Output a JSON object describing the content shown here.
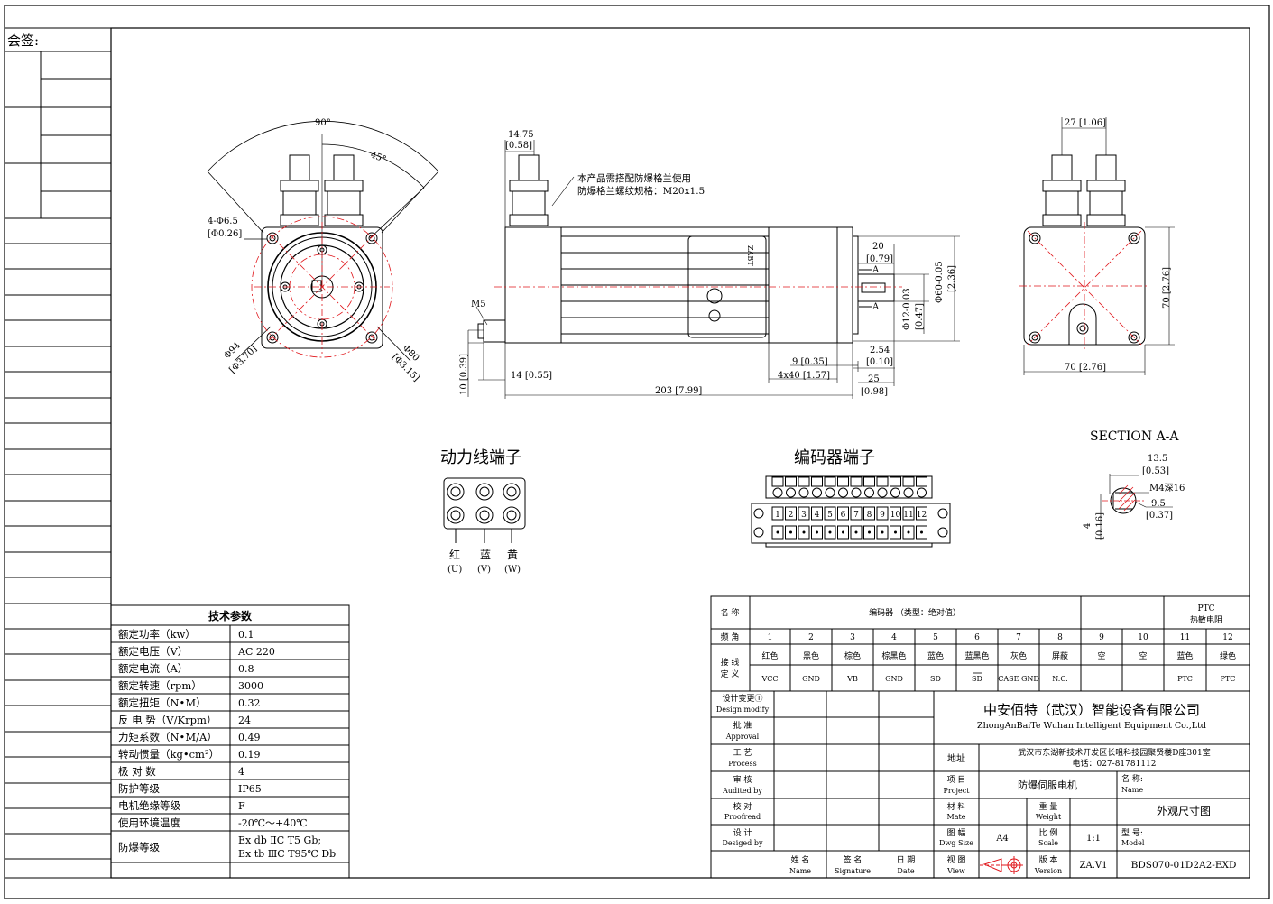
{
  "countersign_label": "会签:",
  "front_view": {
    "angle_90": "90°",
    "angle_45": "45°",
    "hole_dim": "4-Φ6.5",
    "hole_dim_in": "[Φ0.26]",
    "dia_94": "Φ94",
    "dia_94_in": "[Φ3.70]",
    "dia_80": "Φ80",
    "dia_80_in": "[Φ3.15]"
  },
  "side_view": {
    "gland_w": "14.75",
    "gland_w_in": "[0.58]",
    "note_line1": "本产品需搭配防爆格兰使用",
    "note_line2": "防爆格兰螺纹规格：M20x1.5",
    "m5": "M5",
    "d20": "20",
    "d20_in": "[0.79]",
    "section_mark": "A",
    "dia60": "Φ60-0.05",
    "dia60_in": "[2.36]",
    "dia12": "Φ12-0.03",
    "dia12_in": "[0.47]",
    "d254": "2.54",
    "d254_in": "[0.10]",
    "d9": "9 [0.35]",
    "d4x40": "4x40 [1.57]",
    "d25": "25",
    "d25_in": "[0.98]",
    "d14": "14 [0.55]",
    "d203": "203 [7.99]",
    "d10": "10 [0.39]",
    "brand": "ZABT"
  },
  "rear_view": {
    "d27": "27 [1.06]",
    "d70v": "70 [2.76]",
    "d70h": "70 [2.76]"
  },
  "section": {
    "title": "SECTION A-A",
    "d135": "13.5",
    "d135_in": "[0.53]",
    "m4": "M4深16",
    "d95": "9.5",
    "d95_in": "[0.37]",
    "d4": "4",
    "d4_in": "[0.16]"
  },
  "power_terminal": {
    "title": "动力线端子",
    "labels": [
      {
        "name": "红",
        "code": "(U)"
      },
      {
        "name": "蓝",
        "code": "(V)"
      },
      {
        "name": "黄",
        "code": "(W)"
      }
    ]
  },
  "encoder_terminal": {
    "title": "编码器端子",
    "pins": [
      "1",
      "2",
      "3",
      "4",
      "5",
      "6",
      "7",
      "8",
      "9",
      "10",
      "11",
      "12"
    ]
  },
  "tech_params": {
    "title": "技术参数",
    "rows": [
      {
        "k": "额定功率（kw）",
        "v": "0.1"
      },
      {
        "k": "额定电压（V）",
        "v": "AC 220"
      },
      {
        "k": "额定电流（A）",
        "v": "0.8"
      },
      {
        "k": "额定转速（rpm）",
        "v": "3000"
      },
      {
        "k": "额定扭矩（N•M）",
        "v": "0.32"
      },
      {
        "k": "反 电 势（V/Krpm）",
        "v": "24"
      },
      {
        "k": "力矩系数（N•M/A）",
        "v": "0.49"
      },
      {
        "k": "转动惯量（kg•cm²）",
        "v": "0.19"
      },
      {
        "k": "极 对 数",
        "v": "4"
      },
      {
        "k": "防护等级",
        "v": "IP65"
      },
      {
        "k": "电机绝缘等级",
        "v": "F"
      },
      {
        "k": "使用环境温度",
        "v": "-20℃～+40℃"
      },
      {
        "k": "防爆等级",
        "v": "Ex db ⅡC T5 Gb;",
        "v2": "Ex tb ⅢC T95℃ Db"
      }
    ]
  },
  "encoder_table": {
    "name_label": "名 称",
    "encoder_title": "编码器  （类型：绝对值）",
    "ptc_title": "PTC",
    "ptc_title2": "热敏电阻",
    "pin_label": "频 角",
    "wire_label": "接 线",
    "def_label": "定 义",
    "pins": [
      "1",
      "2",
      "3",
      "4",
      "5",
      "6",
      "7",
      "8",
      "9",
      "10",
      "11",
      "12"
    ],
    "colors": [
      "红色",
      "黑色",
      "棕色",
      "棕黑色",
      "蓝色",
      "蓝黑色",
      "灰色",
      "屏蔽",
      "空",
      "空",
      "蓝色",
      "绿色"
    ],
    "signals": [
      "VCC",
      "GND",
      "VB",
      "GND",
      "SD",
      "SD",
      "CASE  GND",
      "N.C.",
      "",
      "",
      "PTC",
      "PTC"
    ]
  },
  "title_block": {
    "design_modify": "设计变更①",
    "design_modify_en": "Design modify",
    "approval": "批 准",
    "approval_en": "Approval",
    "process": "工 艺",
    "process_en": "Process",
    "audited": "审 核",
    "audited_en": "Audited by",
    "proofread": "校 对",
    "proofread_en": "Proofread",
    "designed": "设 计",
    "designed_en": "Desiged by",
    "company_cn": "中安佰特（武汉）智能设备有限公司",
    "company_en": "ZhongAnBaiTe Wuhan Intelligent Equipment Co.,Ltd",
    "address_label": "地址",
    "address": "武汉市东湖新技术开发区长咀科技园聚贤楼D座301室",
    "phone": "电话：027-81781112",
    "project_label": "项 目",
    "project_en": "Project",
    "project": "防爆伺服电机",
    "name_label": "名 称:",
    "name_en": "Name",
    "material_label": "材 料",
    "material_en": "Mate",
    "weight_label": "重 量",
    "weight_en": "Weight",
    "drawing_name": "外观尺寸图",
    "size_label": "图 幅",
    "size_en": "Dwg Size",
    "size": "A4",
    "scale_label": "比 例",
    "scale_en": "Scale",
    "scale": "1:1",
    "model_label": "型 号:",
    "model_en": "Model",
    "sig_name": "姓 名",
    "sig_name_en": "Name",
    "sig_sign": "签 名",
    "sig_sign_en": "Signature",
    "sig_date": "日 期",
    "sig_date_en": "Date",
    "view_label": "视 图",
    "view_en": "View",
    "version_label": "版 本",
    "version_en": "Version",
    "version": "ZA.V1",
    "model": "BDS070-01D2A2-EXD"
  }
}
